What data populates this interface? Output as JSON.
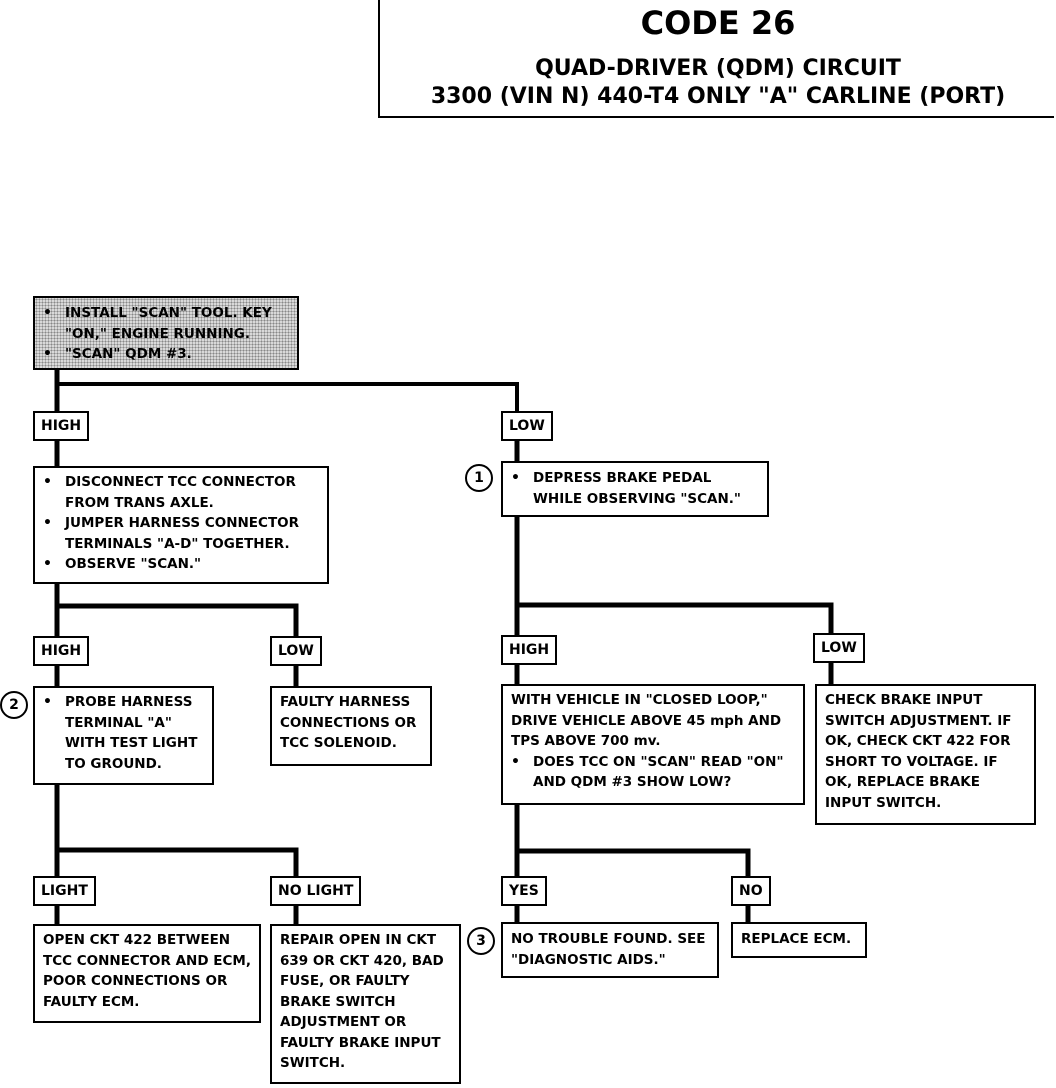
{
  "header": {
    "code": "CODE 26",
    "line2": "QUAD-DRIVER (QDM) CIRCUIT",
    "line3": "3300  (VIN N)  440-T4 ONLY  \"A\"  CARLINE  (PORT)"
  },
  "boxes": {
    "start": [
      "INSTALL \"SCAN\" TOOL.  KEY \"ON,\" ENGINE RUNNING.",
      "\"SCAN\" QDM #3."
    ],
    "high_action": [
      "DISCONNECT TCC CONNECTOR FROM TRANS AXLE.",
      "JUMPER HARNESS CONNECTOR TERMINALS \"A-D\" TOGETHER.",
      "OBSERVE \"SCAN.\""
    ],
    "low_action": [
      "DEPRESS BRAKE PEDAL WHILE OBSERVING \"SCAN.\""
    ],
    "probe": [
      "PROBE HARNESS TERMINAL \"A\" WITH TEST LIGHT TO GROUND."
    ],
    "faulty_harness": "FAULTY HARNESS CONNECTIONS OR TCC SOLENOID.",
    "closed_loop_text": "WITH VEHICLE IN \"CLOSED LOOP,\" DRIVE VEHICLE ABOVE 45 mph AND TPS ABOVE 700 mv.",
    "closed_loop_bullets": [
      "DOES TCC ON \"SCAN\" READ \"ON\" AND QDM #3 SHOW LOW?"
    ],
    "check_brake": "CHECK BRAKE INPUT SWITCH ADJUSTMENT.  IF OK, CHECK CKT 422 FOR SHORT TO VOLTAGE.  IF OK, REPLACE BRAKE INPUT SWITCH.",
    "open_ckt": "OPEN CKT 422 BETWEEN TCC CONNECTOR AND ECM, POOR CONNECTIONS OR FAULTY ECM.",
    "repair_open": "REPAIR OPEN IN CKT 639 OR CKT 420, BAD FUSE, OR FAULTY BRAKE  SWITCH ADJUSTMENT OR FAULTY BRAKE INPUT SWITCH.",
    "no_trouble": "NO TROUBLE FOUND. SEE \"DIAGNOSTIC AIDS.\"",
    "replace_ecm": "REPLACE ECM."
  },
  "labels": {
    "high1": "HIGH",
    "low1": "LOW",
    "high2": "HIGH",
    "low2": "LOW",
    "high3": "HIGH",
    "low3": "LOW",
    "light": "LIGHT",
    "no_light": "NO LIGHT",
    "yes": "YES",
    "no": "NO"
  },
  "markers": {
    "m1": "1",
    "m2": "2",
    "m3": "3"
  }
}
